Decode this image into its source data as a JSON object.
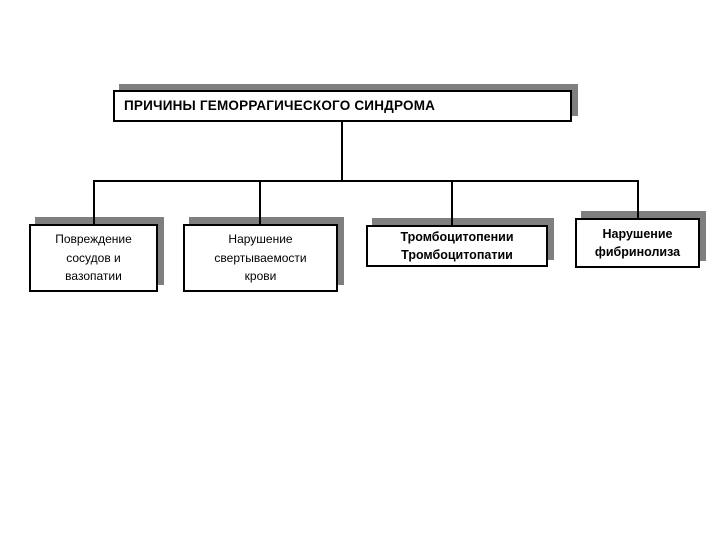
{
  "diagram": {
    "type": "organizational-tree",
    "orientation": "top-down",
    "background_color": "#ffffff",
    "line_color": "#000000",
    "shadow_color": "#7f7f7f",
    "root": {
      "label": "ПРИЧИНЫ ГЕМОРРАГИЧЕСКОГО СИНДРОМА"
    },
    "children": [
      {
        "label": "Повреждение\nсосудов и\nвазопатии"
      },
      {
        "label": "Нарушение\nсвертываемости\nкрови"
      },
      {
        "label": "Тромбоцитопении\nТромбоцитопатии"
      },
      {
        "label": "Нарушение\nфибринолиза"
      }
    ]
  }
}
